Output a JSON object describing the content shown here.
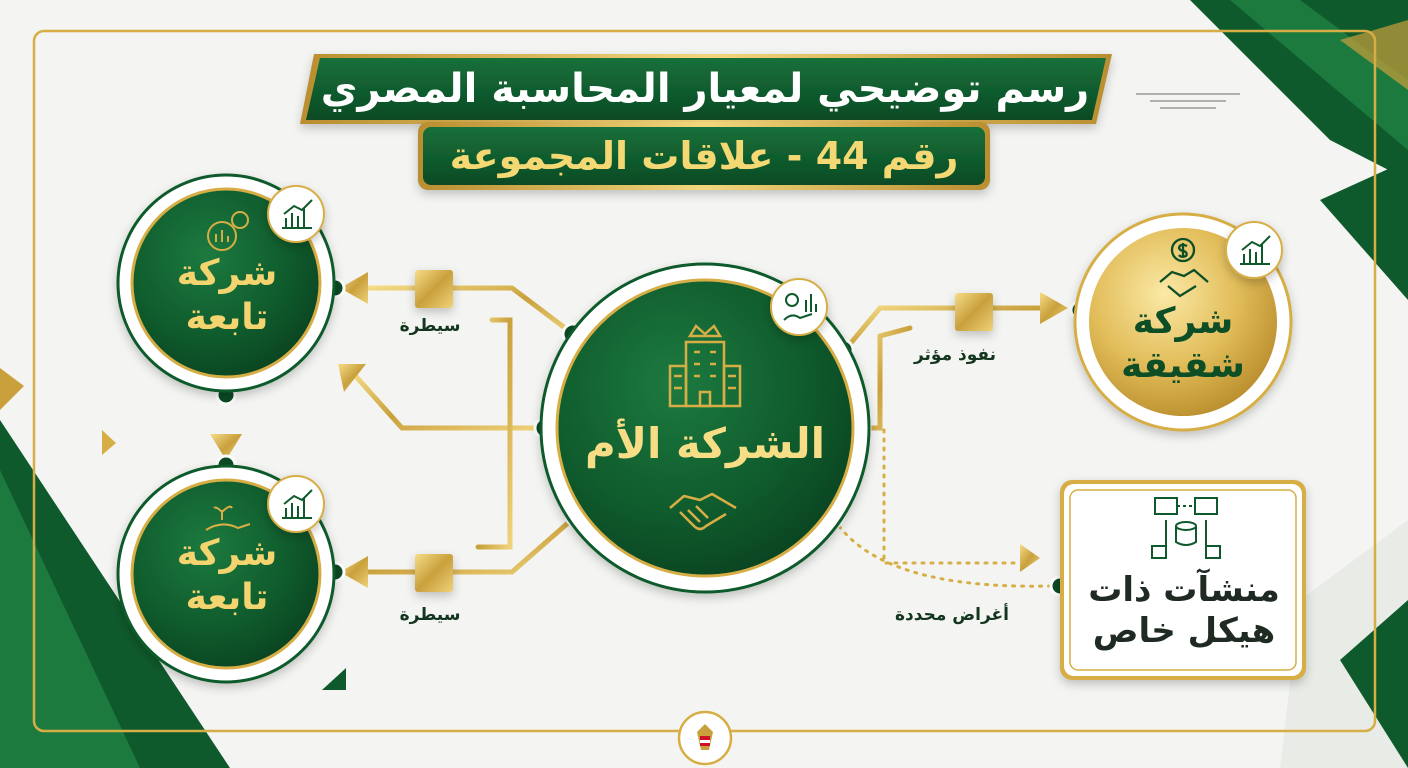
{
  "title": {
    "line1": "رسم توضيحي لمعيار المحاسبة المصري",
    "line2": "رقم 44 - علاقات المجموعة"
  },
  "nodes": {
    "parent": "الشركة الأم",
    "subsidiary_1": "شركة\nتابعة",
    "subsidiary_2": "شركة\nتابعة",
    "sister": "شركة\nشقيقة",
    "special_purpose": "منشآت ذات\nهيكل خاص"
  },
  "connectors": {
    "control_top": "سيطرة",
    "control_bottom": "سيطرة",
    "significant_influence": "نفوذ مؤثر",
    "specific_purposes": "أغراض محددة"
  },
  "icons": [
    "building-crown-icon",
    "handshake-icon",
    "money-hand-icon",
    "gear-chart-icon",
    "bar-chart-icon",
    "handshake-dollar-icon",
    "server-network-icon",
    "egypt-emblem-icon"
  ],
  "colors": {
    "green_dark": "#0b4a24",
    "green": "#146b35",
    "gold": "#d6ae45",
    "gold_light": "#f3d873",
    "background": "#f4f5f2"
  }
}
